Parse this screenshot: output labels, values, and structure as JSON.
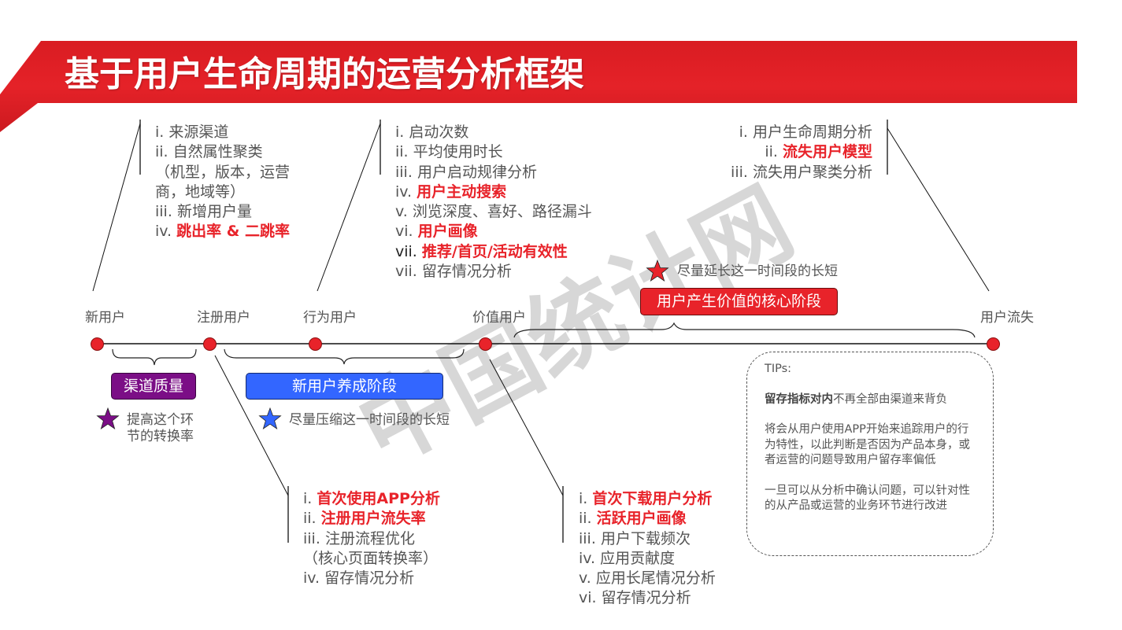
{
  "header": {
    "title": "基于用户生命周期的运营分析框架",
    "banner_color": "#e31e25"
  },
  "timeline": {
    "nodes": [
      {
        "label": "新用户"
      },
      {
        "label": "注册用户"
      },
      {
        "label": "行为用户"
      },
      {
        "label": "价值用户"
      },
      {
        "label": "用户流失"
      }
    ],
    "node_color": "#e8232a"
  },
  "lists": {
    "new_user": {
      "items": [
        {
          "num": "i.",
          "text": "来源渠道",
          "highlight": false
        },
        {
          "num": "ii.",
          "text": "自然属性聚类",
          "highlight": false
        },
        {
          "num": "",
          "text": "（机型，版本，运营",
          "highlight": false
        },
        {
          "num": "",
          "text": "商，地域等）",
          "highlight": false
        },
        {
          "num": "iii.",
          "text": "新增用户量",
          "highlight": false
        },
        {
          "num": "iv.",
          "text": "跳出率 & 二跳率",
          "highlight": true
        }
      ]
    },
    "behavior_user": {
      "items": [
        {
          "num": "i.",
          "text": "启动次数",
          "highlight": false
        },
        {
          "num": "ii.",
          "text": "平均使用时长",
          "highlight": false
        },
        {
          "num": "iii.",
          "text": "用户启动规律分析",
          "highlight": false
        },
        {
          "num": "iv.",
          "text": "用户主动搜索",
          "highlight": true
        },
        {
          "num": "v.",
          "text": "浏览深度、喜好、路径漏斗",
          "highlight": false
        },
        {
          "num": "vi.",
          "text": "用户画像",
          "highlight": true
        },
        {
          "num": "vii.",
          "text": "推荐/首页/活动有效性",
          "highlight": true
        },
        {
          "num": "vii.",
          "text": "留存情况分析",
          "highlight": false
        }
      ]
    },
    "churn_user": {
      "items": [
        {
          "num": "i.",
          "text": "用户生命周期分析",
          "highlight": false
        },
        {
          "num": "ii.",
          "text": "流失用户模型",
          "highlight": true
        },
        {
          "num": "iii.",
          "text": "流失用户聚类分析",
          "highlight": false
        }
      ]
    },
    "registered_user": {
      "items": [
        {
          "num": "i.",
          "text": "首次使用APP分析",
          "highlight": true
        },
        {
          "num": "ii.",
          "text": "注册用户流失率",
          "highlight": true
        },
        {
          "num": "iii.",
          "text": "注册流程优化",
          "highlight": false
        },
        {
          "num": "",
          "text": "（核心页面转换率）",
          "highlight": false
        },
        {
          "num": "iv.",
          "text": "留存情况分析",
          "highlight": false
        }
      ]
    },
    "value_user": {
      "items": [
        {
          "num": "i.",
          "text": "首次下载用户分析",
          "highlight": true
        },
        {
          "num": "ii.",
          "text": "活跃用户画像",
          "highlight": true
        },
        {
          "num": "iii.",
          "text": "用户下载频次",
          "highlight": false
        },
        {
          "num": "iv.",
          "text": "应用贡献度",
          "highlight": false
        },
        {
          "num": "v.",
          "text": "应用长尾情况分析",
          "highlight": false
        },
        {
          "num": "vi.",
          "text": "留存情况分析",
          "highlight": false
        }
      ]
    }
  },
  "phases": {
    "channel_quality": {
      "label": "渠道质量",
      "color": "#7b0e86",
      "note": "提高这个环节的转换率",
      "note_line1": "提高这个环",
      "note_line2": "节的转换率",
      "star_color": "#7b0e86"
    },
    "new_user_growth": {
      "label": "新用户养成阶段",
      "color": "#3366ff",
      "note": "尽量压缩这一时间段的长短",
      "star_color": "#3366ff"
    },
    "core_value": {
      "label": "用户产生价值的核心阶段",
      "color": "#e8232a",
      "note": "尽量延长这一时间段的长短",
      "star_color": "#e8232a"
    }
  },
  "tips": {
    "heading": "TIPs:",
    "p1_bold": "留存指标对内",
    "p1_rest": "不再全部由渠道来背负",
    "p2": "将会从用户使用APP开始来追踪用户的行为特性，以此判断是否因为产品本身，或者运营的问题导致用户留存率偏低",
    "p3": "一旦可以从分析中确认问题，可以针对性的从产品或运营的业务环节进行改进"
  },
  "watermark": "中国统计网"
}
